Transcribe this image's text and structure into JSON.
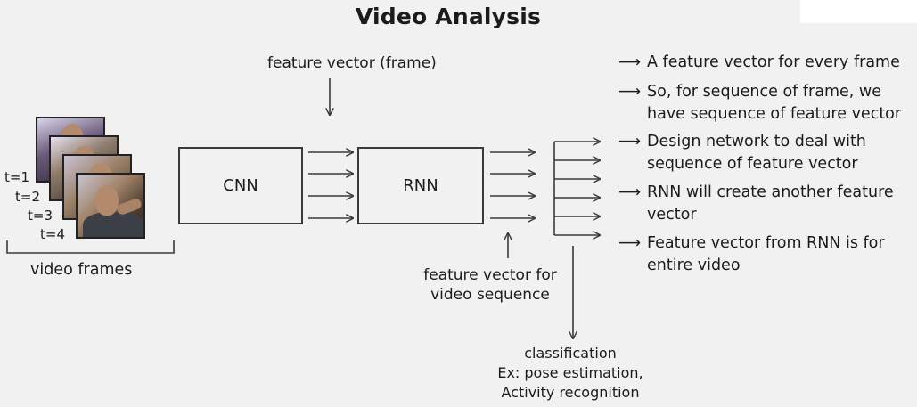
{
  "title": "Video Analysis",
  "frames": {
    "labels": [
      "t=1",
      "t=2",
      "t=3",
      "t=4"
    ],
    "caption": "video frames"
  },
  "cnn_label": "CNN",
  "rnn_label": "RNN",
  "feature_vector_frame_label": "feature vector (frame)",
  "feature_vector_video_label": "feature vector for\nvideo sequence",
  "classification_label": "classification\nEx: pose estimation,\nActivity recognition",
  "bullets": [
    "A feature vector for every frame",
    "So, for sequence of frame, we\nhave sequence of feature vector",
    "Design network to deal with\nsequence of feature vector",
    "RNN will create another feature\nvector",
    "Feature vector from RNN is for\nentire video"
  ],
  "bullet_arrow": "⟶",
  "colors": {
    "background": "#f1f1f1",
    "line": "#3a3a3a",
    "text": "#1b1b1b"
  }
}
